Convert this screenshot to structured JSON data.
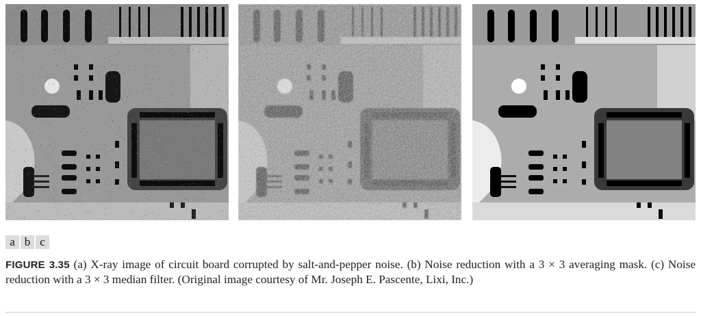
{
  "figure": {
    "panel_labels": [
      "a",
      "b",
      "c"
    ],
    "caption_label": "FIGURE 3.35",
    "caption_text": "(a) X-ray image of circuit board corrupted by salt-and-pepper noise. (b) Noise reduction with a 3 × 3 averaging mask. (c) Noise reduction with a 3 × 3 median filter. (Original image courtesy of Mr. Joseph E. Pascente, Lixi, Inc.)"
  },
  "panels": [
    {
      "id": "a",
      "name": "noisy-xray",
      "noise": "salt-and-pepper"
    },
    {
      "id": "b",
      "name": "averaging-filtered",
      "noise": "blurred"
    },
    {
      "id": "c",
      "name": "median-filtered",
      "noise": "clean"
    }
  ]
}
